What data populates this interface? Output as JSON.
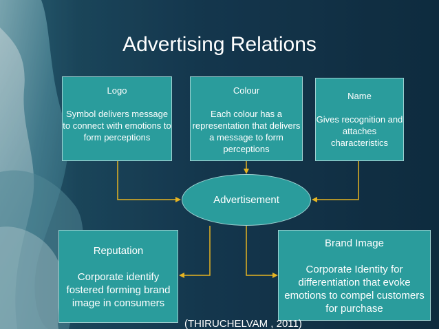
{
  "title": "Advertising Relations",
  "nodes": {
    "logo": {
      "heading": "Logo",
      "text": "Symbol delivers message to connect with emotions to form perceptions"
    },
    "colour": {
      "heading": "Colour",
      "text": "Each colour has a representation that delivers a message to form perceptions"
    },
    "name": {
      "heading": "Name",
      "text": "Gives recognition and attaches characteristics"
    },
    "advertisement": "Advertisement",
    "reputation": {
      "heading": "Reputation",
      "text": "Corporate identify fostered forming brand image in consumers"
    },
    "brand_image": {
      "heading": "Brand Image",
      "text": "Corporate Identity for differentiation that evoke emotions to compel customers for purchase"
    }
  },
  "citation": "(THIRUCHELVAM , 2011)",
  "colors": {
    "box_fill": "#2a9c9c",
    "box_border": "#9fd2d2",
    "connector": "#e6b422",
    "background": "#15344a"
  }
}
